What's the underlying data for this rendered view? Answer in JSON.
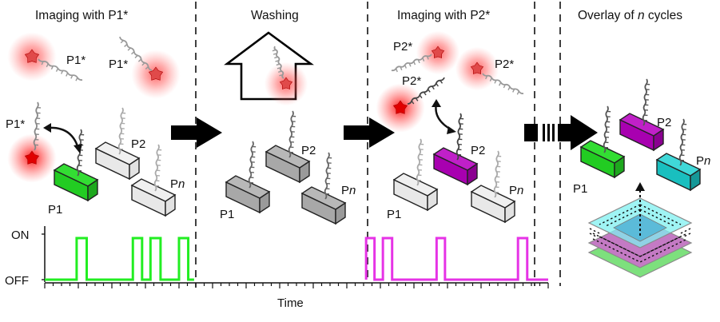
{
  "figure": {
    "panels": [
      {
        "title": "Imaging with P1*",
        "free_probe_labels": [
          "P1*",
          "P1*",
          "P1*"
        ],
        "anchor_labels": [
          "P1",
          "P2",
          "Pn"
        ],
        "active_anchor": "P1",
        "active_color": "#22cc22"
      },
      {
        "title": "Washing",
        "anchor_labels": [
          "P1",
          "P2",
          "Pn"
        ],
        "anchor_color": "#9a9a9a"
      },
      {
        "title": "Imaging with P2*",
        "free_probe_labels": [
          "P2*",
          "P2*",
          "P2*"
        ],
        "anchor_labels": [
          "P1",
          "P2",
          "Pn"
        ],
        "active_anchor": "P2",
        "active_color": "#b000b8"
      },
      {
        "title_prefix": "Overlay of ",
        "title_italic": "n",
        "title_suffix": " cycles",
        "anchor_labels": [
          "P1",
          "P2",
          "Pn"
        ],
        "colors": {
          "P1": "#22cc22",
          "P2": "#b000b8",
          "Pn": "#19bfbf"
        }
      }
    ],
    "label_P": "P",
    "label_n": "n"
  },
  "chart_data": {
    "type": "line",
    "title": "",
    "xlabel": "Time",
    "ylabel": "",
    "yticks": [
      "ON",
      "OFF"
    ],
    "xlim": [
      0,
      60
    ],
    "x_minor_tick_step": 1,
    "x_major_tick_step": 4,
    "series": [
      {
        "name": "P1* imaging trace",
        "color": "#22ee22",
        "on_intervals": [
          [
            3.8,
            5.0
          ],
          [
            10.5,
            11.6
          ],
          [
            12.6,
            13.8
          ],
          [
            16.0,
            17.1
          ]
        ],
        "x_range": [
          0,
          17.8
        ]
      },
      {
        "name": "P2* imaging trace",
        "color": "#e633e6",
        "on_intervals": [
          [
            38.3,
            39.3
          ],
          [
            40.3,
            41.4
          ],
          [
            46.7,
            47.7
          ],
          [
            56.4,
            57.5
          ]
        ],
        "x_range": [
          38.3,
          60
        ]
      }
    ]
  }
}
